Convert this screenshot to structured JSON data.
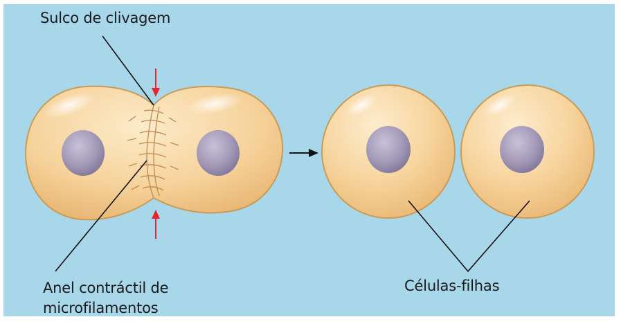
{
  "labels": {
    "cleavage_furrow": "Sulco de clivagem",
    "contractile_ring_line1": "Anel contráctil de",
    "contractile_ring_line2": "microfilamentos",
    "daughter_cells": "Células-filhas"
  },
  "colors": {
    "background": "#a8d7ea",
    "frame": "#ffffff",
    "cell_fill_light": "#f9ddb1",
    "cell_fill_dark": "#eec382",
    "cell_outline": "#c99b57",
    "nucleus": "#aaa0bd",
    "nucleus_dark": "#857a9c",
    "arrow_red": "#e8232a",
    "leader_line": "#111111"
  }
}
